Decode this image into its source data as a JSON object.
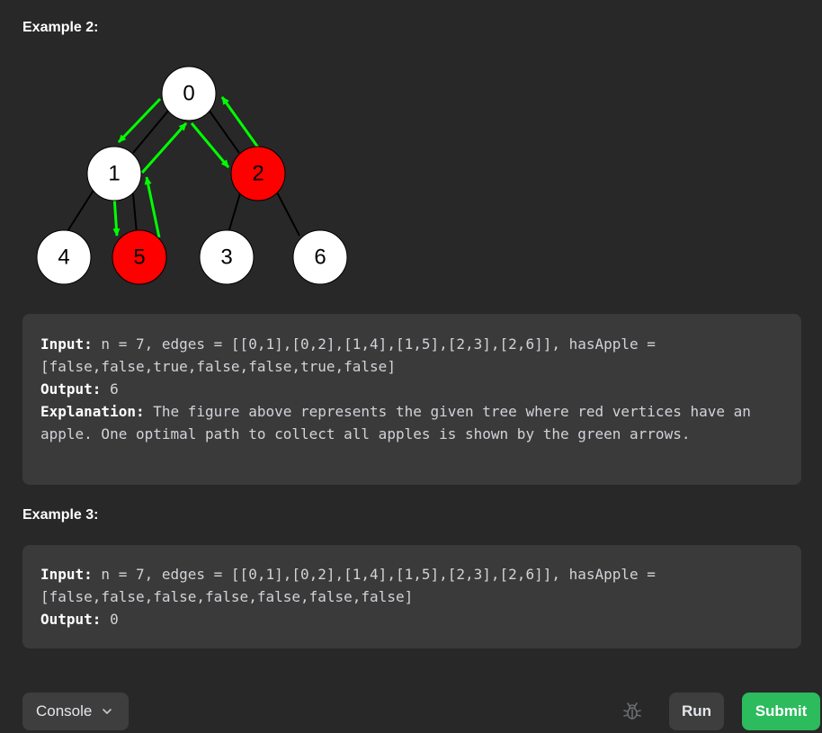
{
  "examples": [
    {
      "heading": "Example 2:",
      "tree": {
        "nodes": [
          {
            "label": "0",
            "fill": "#ffffff",
            "has_apple": false
          },
          {
            "label": "1",
            "fill": "#ffffff",
            "has_apple": false
          },
          {
            "label": "2",
            "fill": "#ff0000",
            "has_apple": true
          },
          {
            "label": "4",
            "fill": "#ffffff",
            "has_apple": false
          },
          {
            "label": "5",
            "fill": "#ff0000",
            "has_apple": true
          },
          {
            "label": "3",
            "fill": "#ffffff",
            "has_apple": false
          },
          {
            "label": "6",
            "fill": "#ffffff",
            "has_apple": false
          }
        ],
        "edge_color": "#000000",
        "arrow_color": "#00ff00"
      },
      "input_label": "Input:",
      "input_value": " n = 7, edges = [[0,1],[0,2],[1,4],[1,5],[2,3],[2,6]], hasApple = [false,false,true,false,false,true,false]",
      "output_label": "Output:",
      "output_value": " 6",
      "explanation_label": "Explanation:",
      "explanation_value": " The figure above represents the given tree where red vertices have an apple. One optimal path to collect all apples is shown by the green arrows."
    },
    {
      "heading": "Example 3:",
      "input_label": "Input:",
      "input_value": " n = 7, edges = [[0,1],[0,2],[1,4],[1,5],[2,3],[2,6]], hasApple = [false,false,false,false,false,false,false]",
      "output_label": "Output:",
      "output_value": " 0"
    }
  ],
  "bottom_bar": {
    "console_label": "Console",
    "console_icon": "chevron-down-icon",
    "debug_icon": "bug-icon",
    "run_label": "Run",
    "submit_label": "Submit",
    "submit_color": "#2cbb5d"
  }
}
